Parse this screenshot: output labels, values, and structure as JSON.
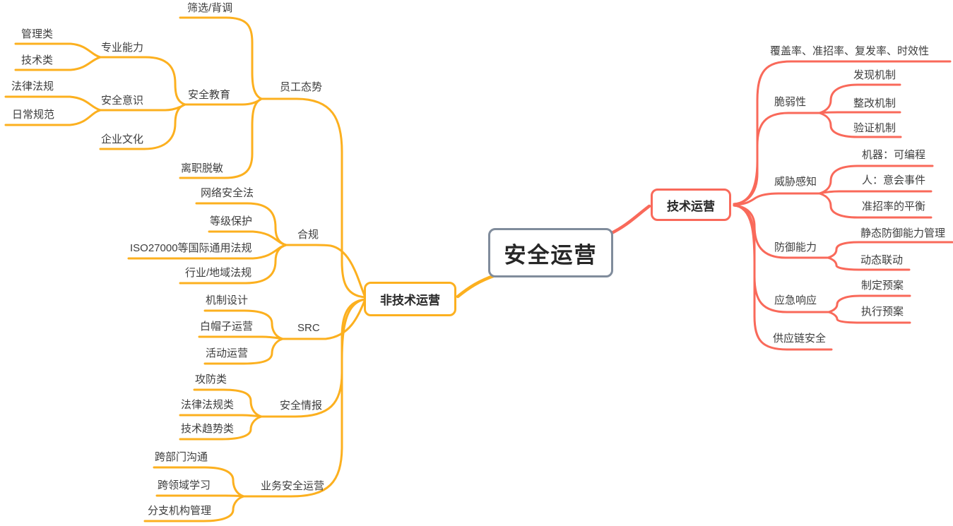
{
  "colors": {
    "left_branch": "#fcb01f",
    "right_branch": "#f9695a",
    "center_border": "#808c9c",
    "text": "#3d3d3d",
    "background": "#ffffff"
  },
  "mindmap": {
    "root": {
      "label": "安全运营"
    },
    "right": {
      "label": "技术运营",
      "children": [
        {
          "label": "覆盖率、准招率、复发率、时效性"
        },
        {
          "label": "脆弱性",
          "children": [
            {
              "label": "发现机制"
            },
            {
              "label": "整改机制"
            },
            {
              "label": "验证机制"
            }
          ]
        },
        {
          "label": "威胁感知",
          "children": [
            {
              "label": "机器：可编程"
            },
            {
              "label": "人：意会事件"
            },
            {
              "label": "准招率的平衡"
            }
          ]
        },
        {
          "label": "防御能力",
          "children": [
            {
              "label": "静态防御能力管理"
            },
            {
              "label": "动态联动"
            }
          ]
        },
        {
          "label": "应急响应",
          "children": [
            {
              "label": "制定预案"
            },
            {
              "label": "执行预案"
            }
          ]
        },
        {
          "label": "供应链安全"
        }
      ]
    },
    "left": {
      "label": "非技术运营",
      "children": [
        {
          "label": "员工态势",
          "children": [
            {
              "label": "筛选/背调"
            },
            {
              "label": "安全教育",
              "children": [
                {
                  "label": "专业能力",
                  "children": [
                    {
                      "label": "管理类"
                    },
                    {
                      "label": "技术类"
                    }
                  ]
                },
                {
                  "label": "安全意识",
                  "children": [
                    {
                      "label": "法律法规"
                    },
                    {
                      "label": "日常规范"
                    }
                  ]
                },
                {
                  "label": "企业文化"
                }
              ]
            },
            {
              "label": "离职脱敏"
            }
          ]
        },
        {
          "label": "合规",
          "children": [
            {
              "label": "网络安全法"
            },
            {
              "label": "等级保护"
            },
            {
              "label": "ISO27000等国际通用法规"
            },
            {
              "label": "行业/地域法规"
            }
          ]
        },
        {
          "label": "SRC",
          "children": [
            {
              "label": "机制设计"
            },
            {
              "label": "白帽子运营"
            },
            {
              "label": "活动运营"
            }
          ]
        },
        {
          "label": "安全情报",
          "children": [
            {
              "label": "攻防类"
            },
            {
              "label": "法律法规类"
            },
            {
              "label": "技术趋势类"
            }
          ]
        },
        {
          "label": "业务安全运营",
          "children": [
            {
              "label": "跨部门沟通"
            },
            {
              "label": "跨领域学习"
            },
            {
              "label": "分支机构管理"
            }
          ]
        }
      ]
    }
  }
}
